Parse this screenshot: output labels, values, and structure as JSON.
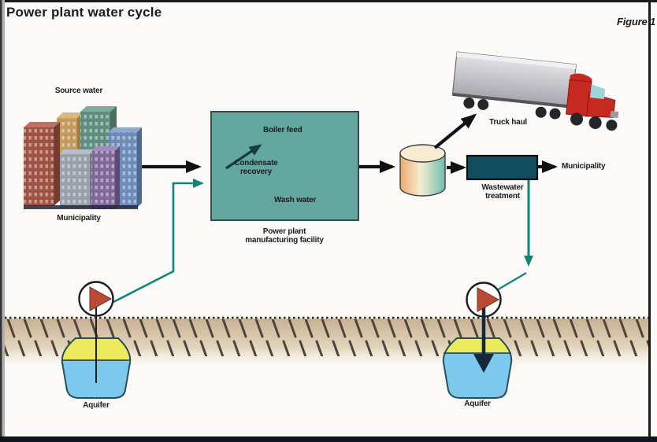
{
  "figure": {
    "title": "Power plant water cycle",
    "label": "Figure 1"
  },
  "source": {
    "top_label": "Source water",
    "bottom_label": "Municipality"
  },
  "plant": {
    "boiler_feed": "Boiler feed",
    "condensate_recovery": "Condensate recovery",
    "wash_water": "Wash water",
    "caption": "Power plant manufacturing facility"
  },
  "truck": {
    "label": "Truck haul"
  },
  "wastewater": {
    "label": "Wastewater treatment"
  },
  "municipality_out": {
    "label": "Municipality"
  },
  "aquifers": {
    "left_label": "Aquifer",
    "right_label": "Aquifer"
  },
  "colors": {
    "plant_box": "#64a7a0",
    "wastewater_box": "#124d5e",
    "teal_arrow": "#0f8577",
    "aquifer_sand": "#ede95c",
    "aquifer_water": "#7cc9ed",
    "ground_tan": "#c9b093",
    "pump_triangle": "#b94a33",
    "truck_cab": "#c5291f"
  }
}
